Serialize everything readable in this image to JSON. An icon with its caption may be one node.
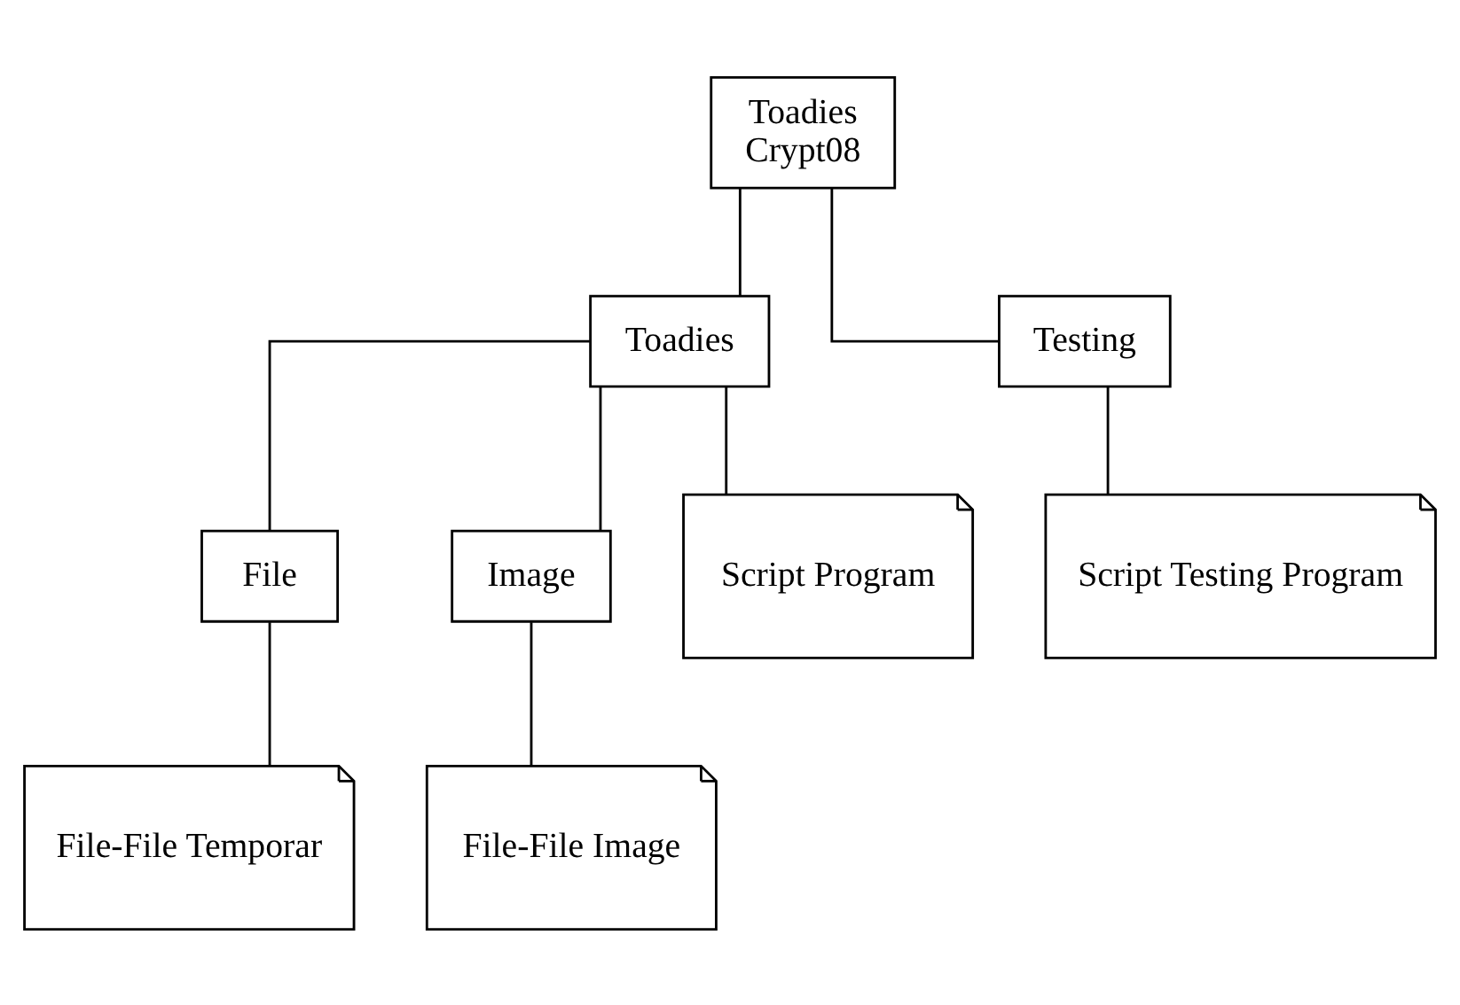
{
  "diagram": {
    "nodes": [
      {
        "text": [
          "Toadies Crypt08"
        ]
      },
      {
        "text": [
          "Toadies"
        ]
      },
      {
        "text": [
          "Testing"
        ]
      },
      {
        "text": [
          "File"
        ]
      },
      {
        "text": [
          "Image"
        ]
      },
      {
        "text": [
          "Script Program"
        ]
      },
      {
        "text": [
          "Script Testing Program"
        ]
      },
      {
        "text": [
          "File-File Temporar"
        ]
      },
      {
        "text": [
          "File-File Image"
        ]
      }
    ],
    "edges": [
      {
        "from": 0,
        "to": 1,
        "arrow": "none"
      },
      {
        "from": 0,
        "to": 2,
        "arrow": "none"
      },
      {
        "from": 1,
        "to": 3,
        "arrow": "none"
      },
      {
        "from": 1,
        "to": 4,
        "arrow": "none"
      },
      {
        "from": 1,
        "to": 5,
        "arrow": "none"
      },
      {
        "from": 2,
        "to": 6,
        "arrow": "none"
      },
      {
        "from": 3,
        "to": 7,
        "arrow": "none"
      },
      {
        "from": 4,
        "to": 8,
        "arrow": "none"
      }
    ]
  }
}
